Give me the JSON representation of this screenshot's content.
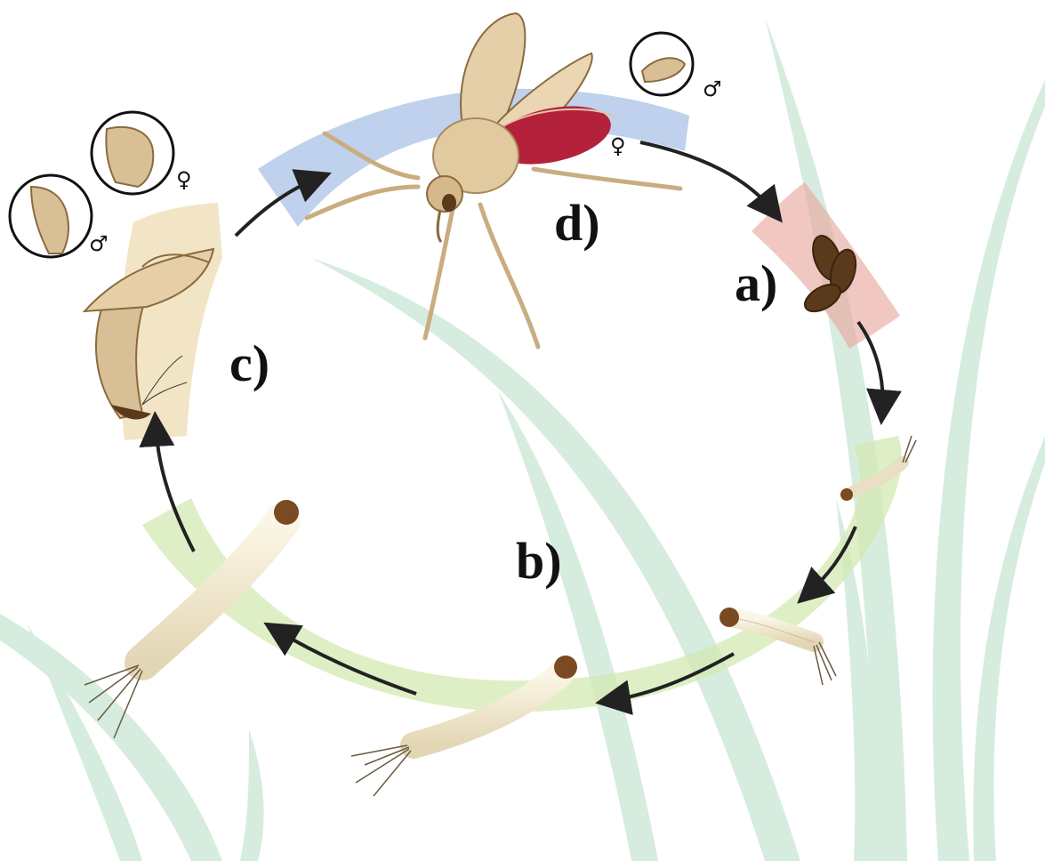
{
  "diagram": {
    "stages": [
      {
        "id": "a",
        "label": "a)",
        "color": "#e8a9a0",
        "subject": "eggs"
      },
      {
        "id": "b",
        "label": "b)",
        "color": "#cfe8a8",
        "subject": "larvae"
      },
      {
        "id": "c",
        "label": "c)",
        "color": "#eedfb6",
        "subject": "pupa"
      },
      {
        "id": "d",
        "label": "d)",
        "color": "#a9c1e6",
        "subject": "adult sand fly"
      }
    ],
    "symbols": {
      "female": "♀",
      "male": "♂"
    },
    "colors": {
      "grass": "#c9e7d3",
      "arrow": "#222222",
      "larva_body": "#f5efdc",
      "larva_head": "#7a4a22",
      "egg": "#5a3a1a",
      "pupa": "#d9bf95",
      "fly_body": "#e2caa0",
      "fly_abdomen": "#b3213a",
      "inset_outline": "#111111"
    },
    "icons": [
      "sand-fly-icon",
      "egg-cluster-icon",
      "larva-icon",
      "pupa-icon",
      "genitalia-inset-icon",
      "arrow-icon"
    ]
  }
}
